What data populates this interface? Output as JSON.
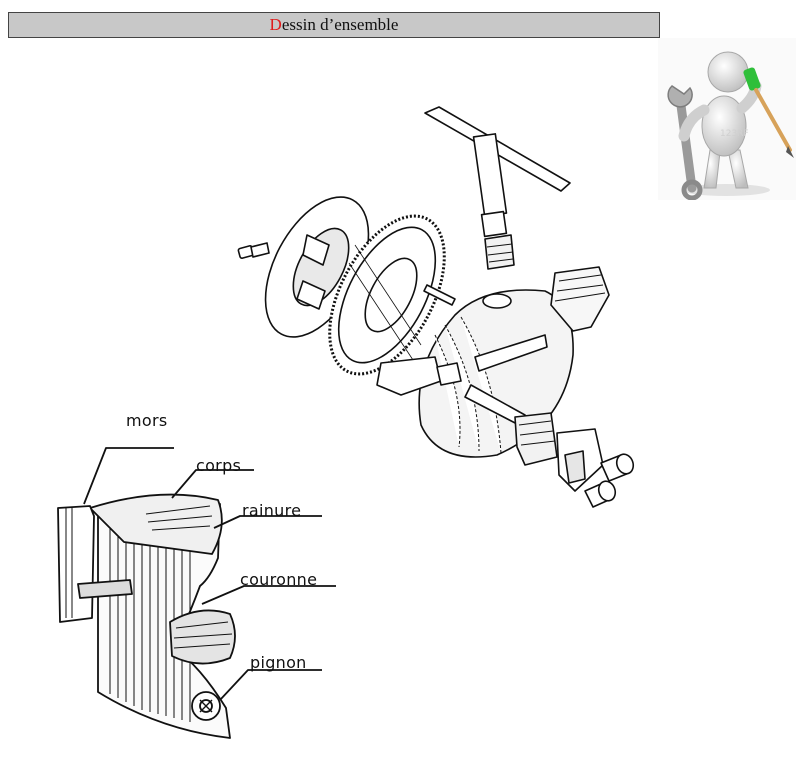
{
  "header": {
    "title_first_letter": "D",
    "title_rest": "essin d’ensemble",
    "accent_color": "#e01b1b",
    "bar_color": "#c8c8c8"
  },
  "mascot": {
    "icon": "figure-with-wrench-and-pencil",
    "watermark": "123RF"
  },
  "callouts": {
    "mors": "mors",
    "corps": "corps",
    "rainure": "rainure",
    "couronne": "couronne",
    "pignon": "pignon"
  }
}
